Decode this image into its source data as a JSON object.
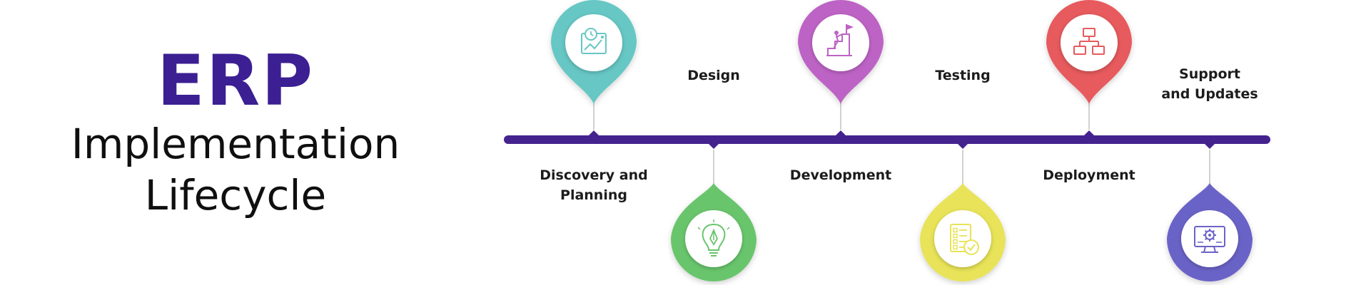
{
  "title": {
    "main": "ERP",
    "line1": "Implementation",
    "line2": "Lifecycle"
  },
  "colors": {
    "accent": "#3b1f93",
    "line": "#45238f"
  },
  "steps": [
    {
      "label": "Discovery and\nPlanning",
      "color": "#66c7c4",
      "icon": "roadmap-icon",
      "position": "above"
    },
    {
      "label": "Design",
      "color": "#69c56c",
      "icon": "lightbulb-pen-icon",
      "position": "below"
    },
    {
      "label": "Development",
      "color": "#bd63c5",
      "icon": "climber-flag-icon",
      "position": "above"
    },
    {
      "label": "Testing",
      "color": "#e8e358",
      "icon": "checklist-icon",
      "position": "below"
    },
    {
      "label": "Deployment",
      "color": "#e75a5d",
      "icon": "network-tree-icon",
      "position": "above"
    },
    {
      "label": "Support\nand Updates",
      "color": "#6b63c7",
      "icon": "monitor-gear-icon",
      "position": "below"
    }
  ]
}
